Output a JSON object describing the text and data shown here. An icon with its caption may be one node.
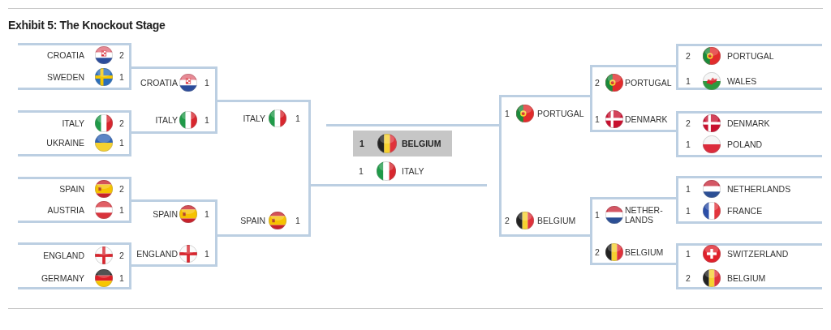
{
  "diagram": {
    "title": "Exhibit 5: The Knockout Stage",
    "nodes": [
      {
        "text": [
          "CROATIA",
          "2",
          "SWEDEN",
          "1"
        ]
      },
      {
        "text": [
          "ITALY",
          "2",
          "UKRAINE",
          "1"
        ]
      },
      {
        "text": [
          "SPAIN",
          "2",
          "AUSTRIA",
          "1"
        ]
      },
      {
        "text": [
          "ENGLAND",
          "2",
          "GERMANY",
          "1"
        ]
      },
      {
        "text": [
          "CROATIA",
          "1",
          "ITALY",
          "1"
        ]
      },
      {
        "text": [
          "SPAIN",
          "1",
          "ENGLAND",
          "1"
        ]
      },
      {
        "text": [
          "ITALY",
          "1",
          "SPAIN",
          "1"
        ]
      },
      {
        "text": [
          "1",
          "ITALY"
        ]
      },
      {
        "text": [
          "1",
          "BELGIUM"
        ],
        "in": 7
      },
      {
        "text": [
          "1",
          "PORTUGAL",
          "2",
          "BELGIUM"
        ]
      },
      {
        "text": [
          "2",
          "PORTUGAL",
          "1",
          "DENMARK"
        ]
      },
      {
        "text": [
          "1",
          "NETHER- LANDS",
          "2",
          "BELGIUM"
        ]
      },
      {
        "text": [
          "2",
          "PORTUGAL",
          "1",
          "WALES"
        ]
      },
      {
        "text": [
          "2",
          "DENMARK",
          "1",
          "POLAND"
        ]
      },
      {
        "text": [
          "1",
          "NETHERLANDS",
          "1",
          "FRANCE"
        ]
      },
      {
        "text": [
          "1",
          "SWITZERLAND",
          "2",
          "BELGIUM"
        ]
      }
    ]
  }
}
